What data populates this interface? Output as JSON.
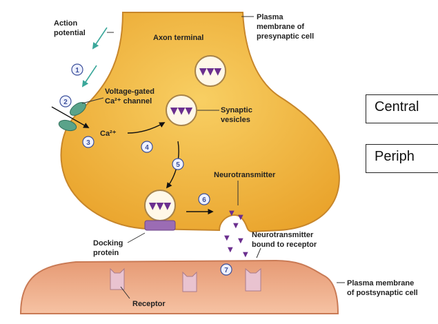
{
  "labels": {
    "action_potential_1": "Action",
    "action_potential_2": "potential",
    "axon_terminal": "Axon terminal",
    "plasma_pre_1": "Plasma",
    "plasma_pre_2": "membrane of",
    "plasma_pre_3": "presynaptic cell",
    "vg_channel_1": "Voltage-gated",
    "vg_channel_2": "Ca²⁺ channel",
    "synaptic_vesicles_1": "Synaptic",
    "synaptic_vesicles_2": "vesicles",
    "calcium": "Ca²⁺",
    "neurotransmitter": "Neurotransmitter",
    "docking_1": "Docking",
    "docking_2": "protein",
    "nt_bound_1": "Neurotransmitter",
    "nt_bound_2": "bound to receptor",
    "plasma_post_1": "Plasma membrane",
    "plasma_post_2": "of postsynaptic cell",
    "receptor": "Receptor"
  },
  "steps": [
    "1",
    "2",
    "3",
    "4",
    "5",
    "6",
    "7"
  ],
  "side_boxes": {
    "central": "Central",
    "peripheral": "Periph"
  },
  "colors": {
    "presynaptic_fill": "#f2b53c",
    "postsynaptic_fill": "#eba07e",
    "vesicle_contents": "#6b2f8f",
    "channel": "#5aa38a",
    "docking": "#9b6cb4",
    "receptor": "#e9c3d0",
    "arrow_ap": "#3aa79a"
  }
}
